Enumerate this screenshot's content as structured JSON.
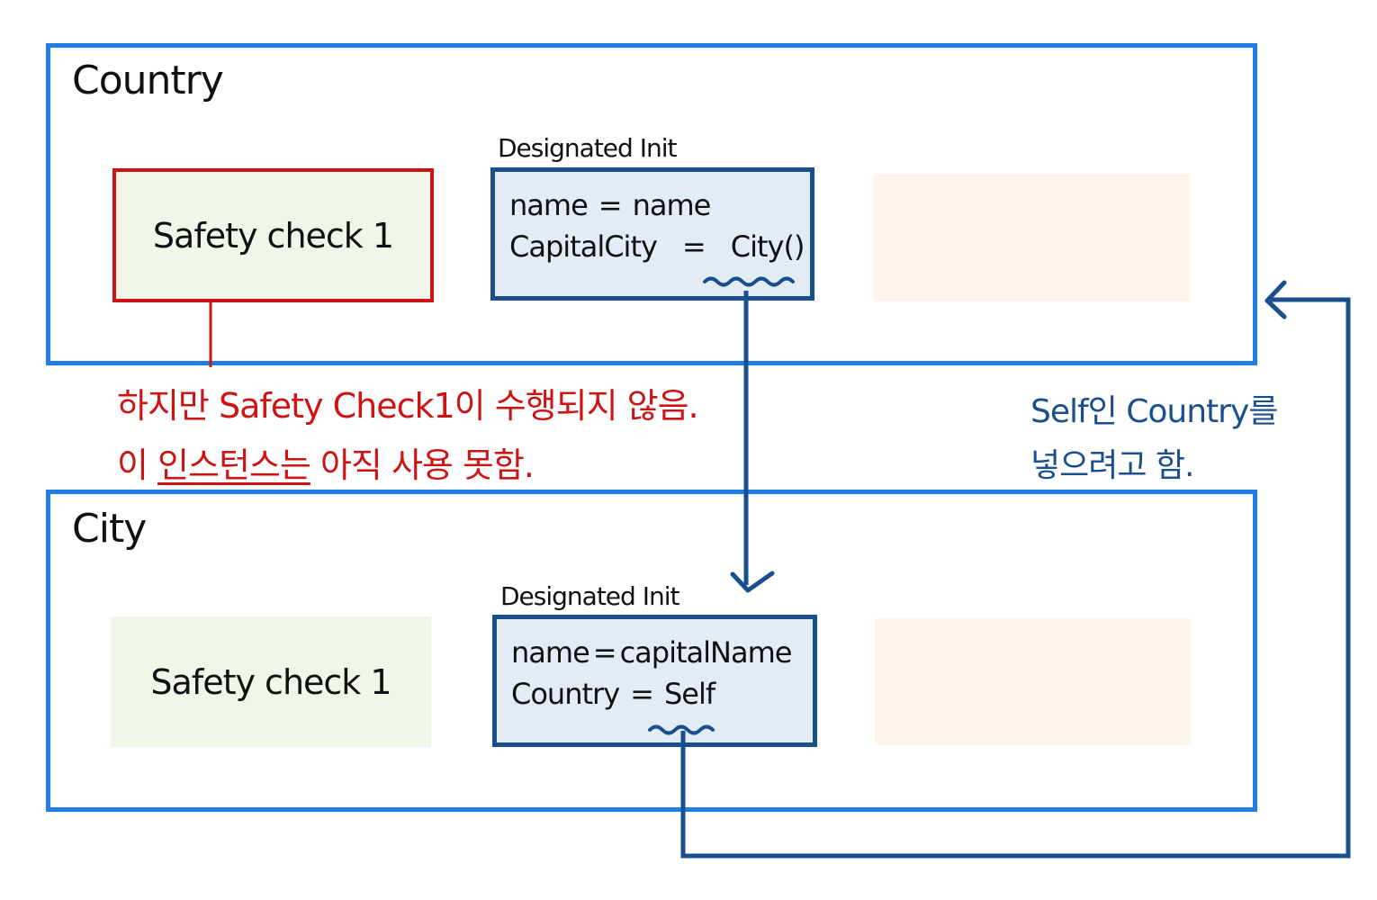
{
  "colors": {
    "frame_border": "#1f7fe6",
    "init_border": "#1a4f8e",
    "init_fill": "#e3ebf4",
    "safety_fill": "#f1f6ea",
    "highlight_red": "#cc1414",
    "placeholder_fill": "#fdf4ea",
    "annotation_blue": "#1a4f8e"
  },
  "country": {
    "title": "Country",
    "safety_check": "Safety check 1",
    "init_label": "Designated Init",
    "init_lines": [
      {
        "left": "name",
        "op": "=",
        "right": "name"
      },
      {
        "left": "CapitalCity",
        "op": "=",
        "right": "City()"
      }
    ]
  },
  "city": {
    "title": "City",
    "safety_check": "Safety check 1",
    "init_label": "Designated Init",
    "init_lines": [
      {
        "left": "name",
        "op": "=",
        "right": "capitalName"
      },
      {
        "left": "Country",
        "op": "=",
        "right": "Self"
      }
    ]
  },
  "notes": {
    "red_line1": "하지만 Safety Check1이 수행되지 않음.",
    "red_line2_prefix": "이 ",
    "red_line2_underlined": "인스턴스는",
    "red_line2_suffix": " 아직 사용 못함.",
    "blue_line1": "Self인 Country를",
    "blue_line2": "넣으려고 함."
  }
}
